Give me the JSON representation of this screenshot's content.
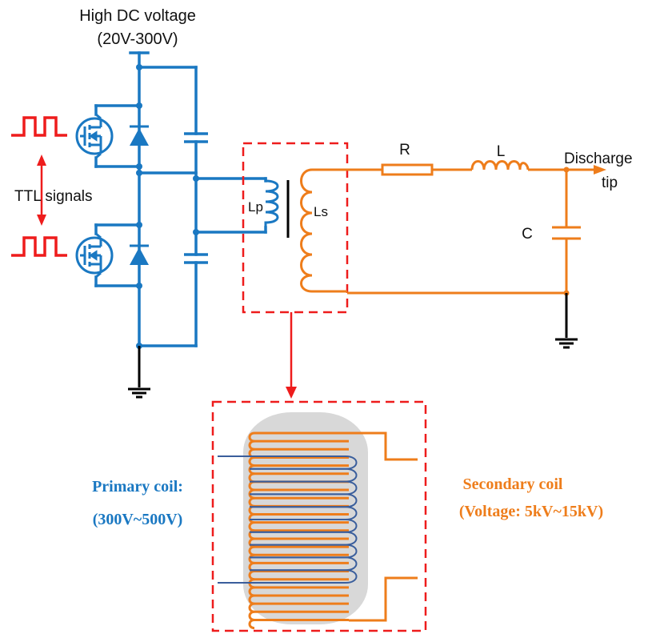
{
  "colors": {
    "primary_circuit": "#1a78c2",
    "secondary_circuit": "#ee7d1b",
    "signal": "#ee1c1c",
    "ground": "#000000",
    "coil_blue": "#3a5e9c",
    "core_gray": "#d8d8d8"
  },
  "labels": {
    "supply_line1": "High DC voltage",
    "supply_line2": "(20V-300V)",
    "ttl": "TTL signals",
    "lp": "Lp",
    "ls": "Ls",
    "r": "R",
    "l": "L",
    "c": "C",
    "discharge_line1": "Discharge",
    "discharge_line2": "tip",
    "primary_coil_line1": "Primary coil:",
    "primary_coil_line2": "(300V~500V)",
    "secondary_coil_line1": "Secondary coil",
    "secondary_coil_line2": "(Voltage: 5kV~15kV)"
  },
  "icons": {
    "ground": "ground-icon",
    "mosfet": "mosfet-icon",
    "diode": "diode-icon",
    "capacitor": "capacitor-icon",
    "pulse": "square-wave-icon"
  }
}
